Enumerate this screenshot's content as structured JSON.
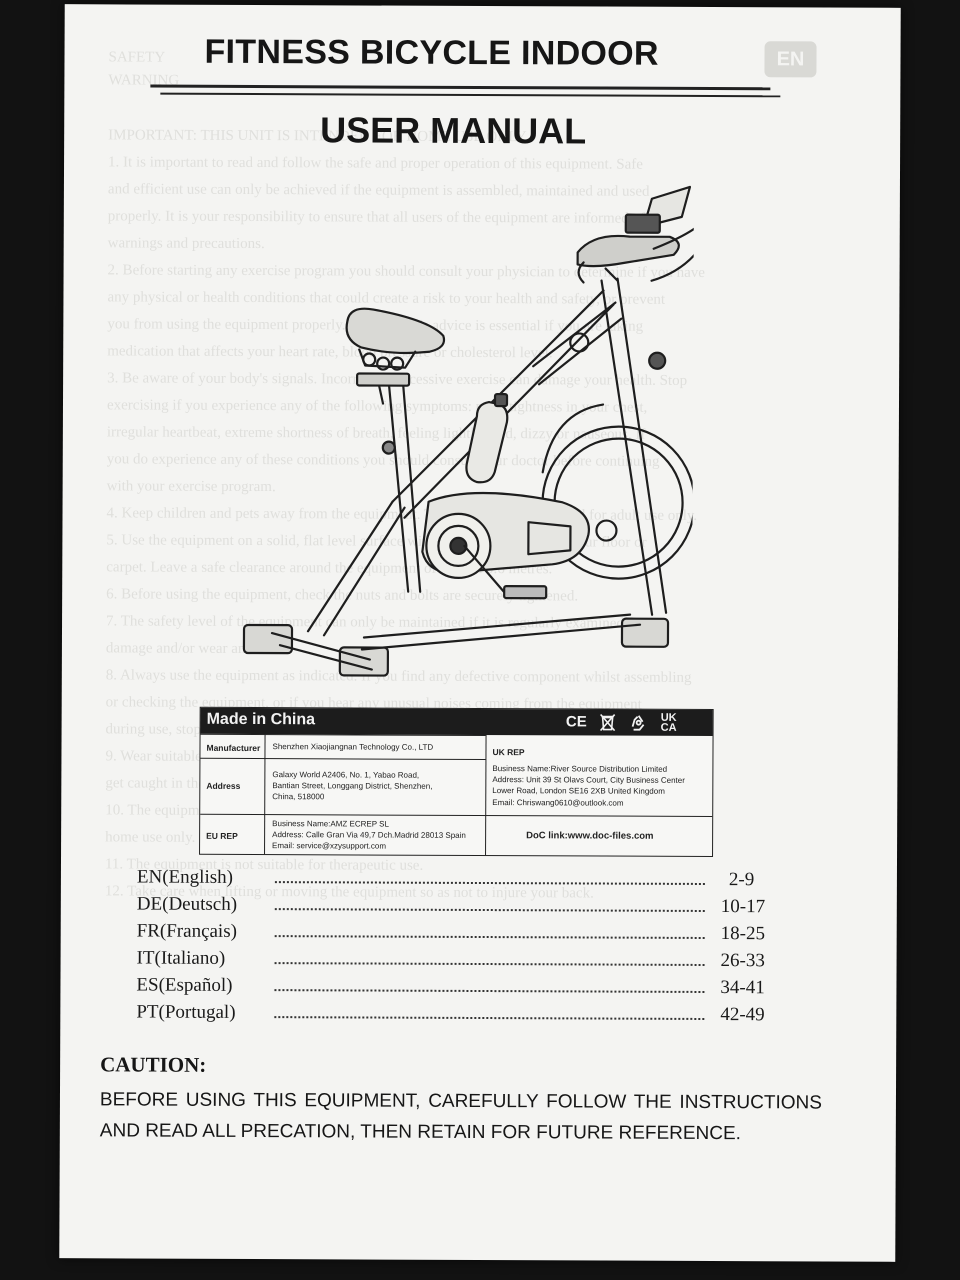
{
  "ghost_text": [
    "SAFETY",
    "WARNING",
    "IMPORTANT: THIS UNIT IS INTENDED FOR HOME USE ONLY",
    "1. It is important to read and follow the safe and proper operation of this equipment. Safe",
    "and efficient use can only be achieved if the equipment is assembled, maintained and used",
    "properly. It is your responsibility to ensure that all users of the equipment are informed of all",
    "warnings and precautions.",
    "2. Before starting any exercise program you should consult your physician to determine if you have",
    "any physical or health conditions that could create a risk to your health and safety, or prevent",
    "you from using the equipment properly. Your doctor's advice is essential if you are taking",
    "medication that affects your heart rate, blood pressure or cholesterol level.",
    "3. Be aware of your body's signals. Incorrect or excessive exercise can damage your health. Stop",
    "exercising if you experience any of the following symptoms: pain, tightness in your chest,",
    "irregular heartbeat, extreme shortness of breath, feeling lightheaded, dizzy or nauseous. If",
    "you do experience any of these conditions you should consult your doctor before continuing",
    "with your exercise program.",
    "4. Keep children and pets away from the equipment. The equipment is designed for adult use only.",
    "5. Use the equipment on a solid, flat level surface with a protective cover for your floor or",
    "carpet. Leave a safe clearance around the equipment of at least 0.6 metres.",
    "6. Before using the equipment, check the nuts and bolts are securely tightened.",
    "7. The safety level of the equipment can only be maintained if it is regularly examined for",
    "damage and/or wear and tear.",
    "8. Always use the equipment as indicated. If you find any defective component whilst assembling",
    "or checking the equipment, or if you hear any unusual noises coming from the equipment",
    "during use, stop immediately. Do not use the equipment until the problem has been rectified.",
    "9. Wear suitable clothing whilst using the equipment. Avoid wearing loose clothing that may",
    "get caught in the equipment or that may restrict or prevent movement.",
    "10. The equipment has been tested and certified to EN 957 under class H.C. It is suitable for",
    "home use only. Maximum user weight 120kg.",
    "11. The equipment is not suitable for therapeutic use.",
    "12. Take care when lifting or moving the equipment so as not to injure your back."
  ],
  "en_badge": "EN",
  "title": "FITNESS BICYCLE INDOOR",
  "subtitle": "USER MANUAL",
  "cert": {
    "made_in": "Made in China",
    "icons": [
      "CE",
      "WEEE",
      "Recycle",
      "UKCA"
    ],
    "icon_text": {
      "ce": "CE",
      "ukca_top": "UK",
      "ukca_bottom": "CA"
    },
    "manufacturer_label": "Manufacturer",
    "manufacturer_value": "Shenzhen Xiaojiangnan Technology Co., LTD",
    "address_label": "Address",
    "address_lines": [
      "Galaxy World A2406, No. 1, Yabao Road,",
      "Bantian Street, Longgang District, Shenzhen,",
      "China, 518000"
    ],
    "uk_rep_label": "UK REP",
    "uk_rep_lines": [
      "Business Name:River Source Distribution Limited",
      "Address: Unit 39 St Olavs Court, City Business Center",
      "Lower Road, London SE16 2XB United Kingdom",
      "Email: Chriswang0610@outlook.com"
    ],
    "eu_rep_label": "EU REP",
    "eu_rep_lines": [
      "Business Name:AMZ ECREP SL",
      "Address: Calle Gran Via 49,7 Dch.Madrid 28013 Spain",
      "Email: service@xzysupport.com"
    ],
    "doc_link": "DoC link:www.doc-files.com"
  },
  "toc": [
    {
      "lang": "EN(English)",
      "pages": "2-9"
    },
    {
      "lang": "DE(Deutsch)",
      "pages": "10-17"
    },
    {
      "lang": "FR(Français)",
      "pages": "18-25"
    },
    {
      "lang": "IT(Italiano)",
      "pages": "26-33"
    },
    {
      "lang": "ES(Español)",
      "pages": "34-41"
    },
    {
      "lang": "PT(Portugal)",
      "pages": "42-49"
    }
  ],
  "caution": {
    "title": "CAUTION:",
    "text": "BEFORE USING THIS EQUIPMENT, CAREFULLY FOLLOW THE INSTRUCTIONS AND READ ALL PRECATION, THEN RETAIN FOR FUTURE REFERENCE."
  }
}
